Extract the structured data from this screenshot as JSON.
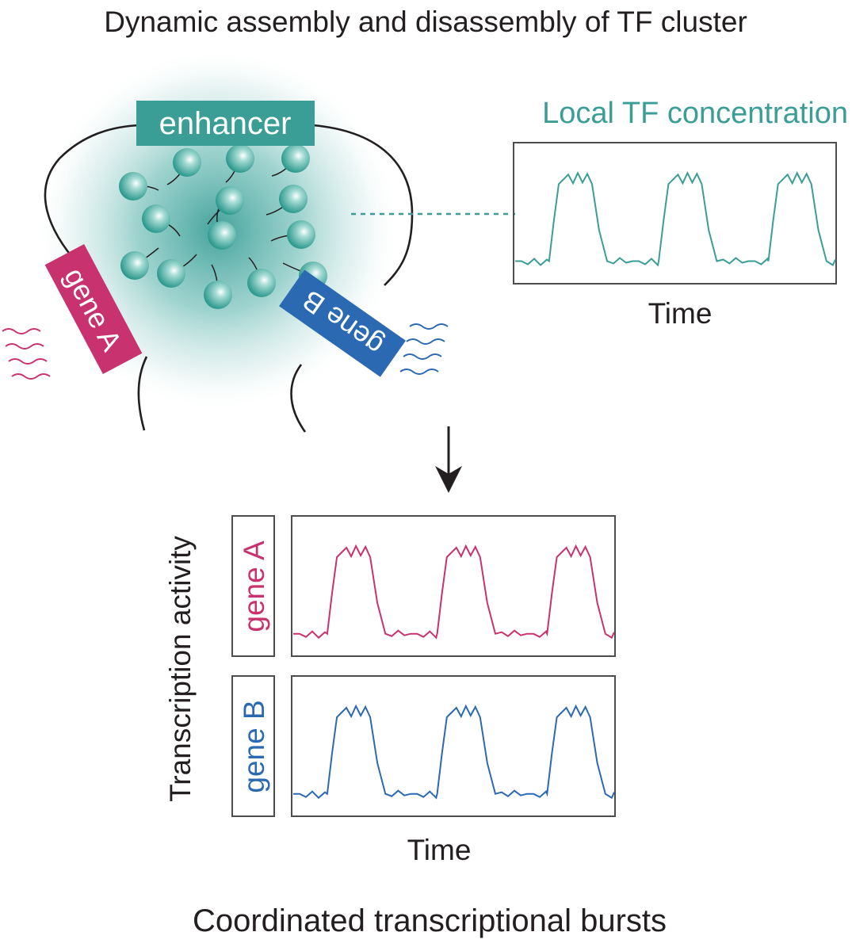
{
  "title": "Dynamic assembly and disassembly of TF cluster",
  "cluster": {
    "enhancer_label": "enhancer",
    "gene_a_label": "gene A",
    "gene b_label_unused": "",
    "gene_b_label": "gene B"
  },
  "tf_panel": {
    "title": "Local TF concentration",
    "xlabel": "Time"
  },
  "activity_panel": {
    "ylabel": "Transcription activity",
    "gene_a_label": "gene A",
    "gene_b_label": "gene B",
    "xlabel": "Time"
  },
  "footer": "Coordinated transcriptional bursts",
  "colors": {
    "teal": "#3a9e96",
    "gene_a": "#c8326e",
    "gene_b": "#2b69b3",
    "dark": "#231f20",
    "frame": "#4d4d4d"
  },
  "icons": {
    "arrow": "down-arrow-icon",
    "transcript_waves": "wavy-lines-icon"
  }
}
